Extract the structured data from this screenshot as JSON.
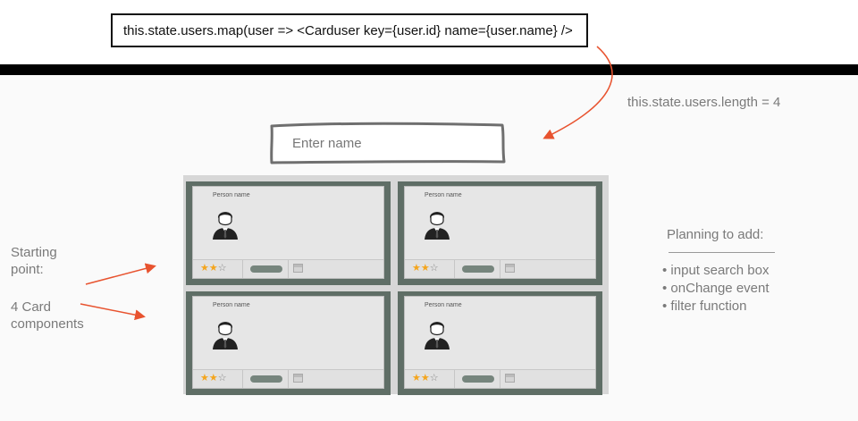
{
  "code_snippet": "this.state.users.map(user => <Carduser key={user.id} name={user.name} />",
  "length_note": "this.state.users.length = 4",
  "search": {
    "placeholder": "Enter name"
  },
  "cards": [
    {
      "name": "Person name",
      "rating": 2,
      "max_rating": 3
    },
    {
      "name": "Person name",
      "rating": 2,
      "max_rating": 3
    },
    {
      "name": "Person name",
      "rating": 2,
      "max_rating": 3
    },
    {
      "name": "Person name",
      "rating": 2,
      "max_rating": 3
    }
  ],
  "left_notes": {
    "starting": "Starting point:",
    "components": "4 Card components"
  },
  "planning": {
    "title": "Planning to add:",
    "items": [
      "input search box",
      "onChange event",
      "filter function"
    ]
  },
  "colors": {
    "arrow": "#e8532f",
    "card_frame": "#5f6e66",
    "star": "#f4a51d"
  }
}
